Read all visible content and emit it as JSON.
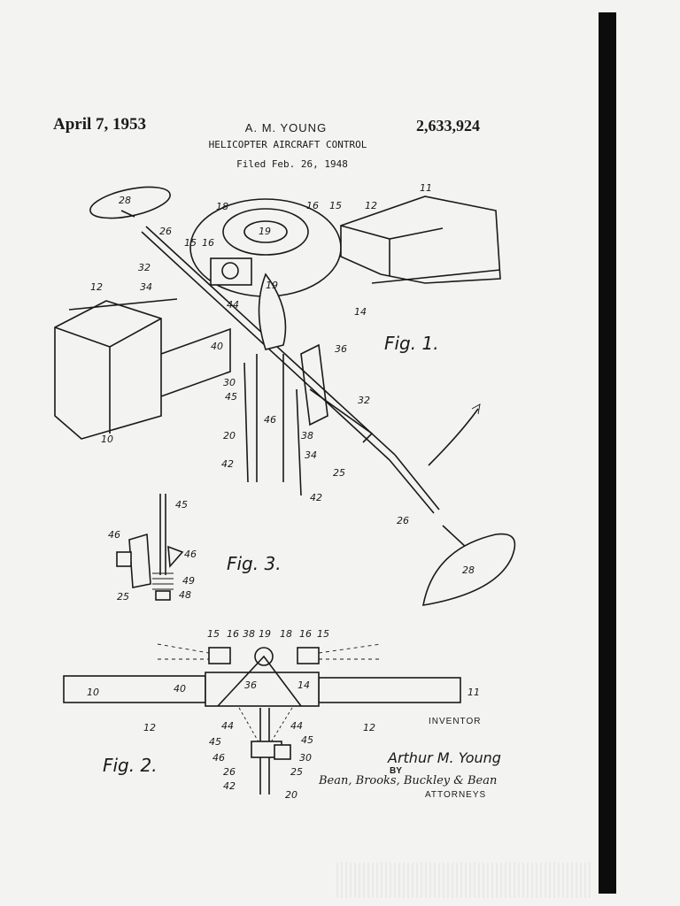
{
  "header": {
    "date": "April 7, 1953",
    "inventor": "A. M. YOUNG",
    "patent_number": "2,633,924",
    "title": "HELICOPTER AIRCRAFT CONTROL",
    "filed": "Filed Feb. 26, 1948"
  },
  "figures": {
    "fig1": "Fig. 1.",
    "fig2": "Fig. 2.",
    "fig3": "Fig. 3."
  },
  "reference_numerals": {
    "fig1": [
      "28",
      "18",
      "16",
      "15",
      "12",
      "11",
      "26",
      "15",
      "16",
      "19",
      "32",
      "34",
      "12",
      "19",
      "14",
      "44",
      "40",
      "36",
      "30",
      "45",
      "46",
      "32",
      "20",
      "38",
      "34",
      "42",
      "25",
      "10",
      "42",
      "26",
      "28"
    ],
    "fig2": [
      "15",
      "16",
      "38",
      "19",
      "18",
      "16",
      "15",
      "10",
      "40",
      "36",
      "14",
      "11",
      "12",
      "12",
      "44",
      "44",
      "45",
      "45",
      "46",
      "30",
      "26",
      "25",
      "42",
      "20"
    ],
    "fig3": [
      "45",
      "46",
      "46",
      "49",
      "25",
      "48"
    ]
  },
  "signature_block": {
    "inventor_label": "INVENTOR",
    "inventor_name": "Arthur M. Young",
    "by_label": "BY",
    "attorneys_signature": "Bean, Brooks, Buckley & Bean",
    "attorneys_label": "ATTORNEYS"
  }
}
